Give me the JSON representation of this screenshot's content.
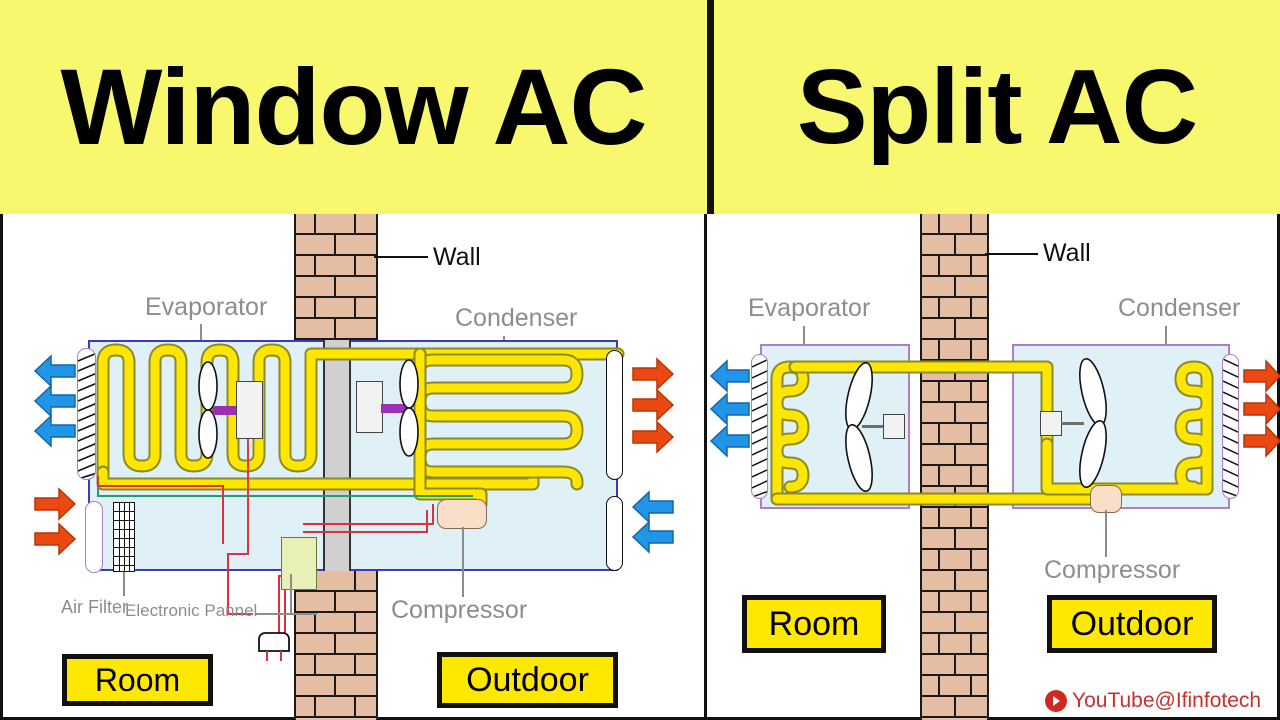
{
  "header": {
    "left_title": "Window AC",
    "right_title": "Split AC",
    "background_color": "#f8f86e"
  },
  "colors": {
    "header_yellow": "#f8f86e",
    "badge_yellow": "#ffe800",
    "coil_yellow": "#ffe600",
    "unit_fill": "#dff0f7",
    "brick": "#e4bda2",
    "cold_arrow_blue": "#2196e8",
    "hot_arrow_red": "#ea4a11",
    "label_grey": "#8d8d8d",
    "compressor_peach": "#fadfc8",
    "electronic_panel_green": "#e8f0b8",
    "watermark_red": "#c8312b"
  },
  "window_ac": {
    "labels": {
      "wall": "Wall",
      "evaporator": "Evaporator",
      "condenser": "Condenser",
      "air_filter": "Air Filter",
      "electronic_panel": "Electronic Pannel",
      "compressor": "Compressor"
    },
    "badges": {
      "room": "Room",
      "outdoor": "Outdoor"
    },
    "icons": {
      "indoor_fan": "fan-icon",
      "outdoor_fan": "fan-icon",
      "fan_motor": "motor-icon",
      "power_plug": "power-plug-icon",
      "evaporator_fins": "fins-icon",
      "condenser_louver": "louver-icon"
    },
    "airflow": {
      "cold_out_count": 3,
      "room_in_count": 2,
      "hot_out_count": 3,
      "outdoor_in_count": 2
    }
  },
  "split_ac": {
    "labels": {
      "wall": "Wall",
      "evaporator": "Evaporator",
      "condenser": "Condenser",
      "compressor": "Compressor"
    },
    "badges": {
      "room": "Room",
      "outdoor": "Outdoor"
    },
    "icons": {
      "indoor_fan": "fan-icon",
      "outdoor_fan": "fan-icon",
      "fan_motor": "motor-icon",
      "indoor_fins": "fins-icon",
      "outdoor_fins": "fins-icon"
    },
    "airflow": {
      "cold_out_count": 3,
      "hot_out_count": 3
    }
  },
  "watermark": {
    "icon": "youtube-icon",
    "text": "YouTube@Ifinfotech"
  }
}
